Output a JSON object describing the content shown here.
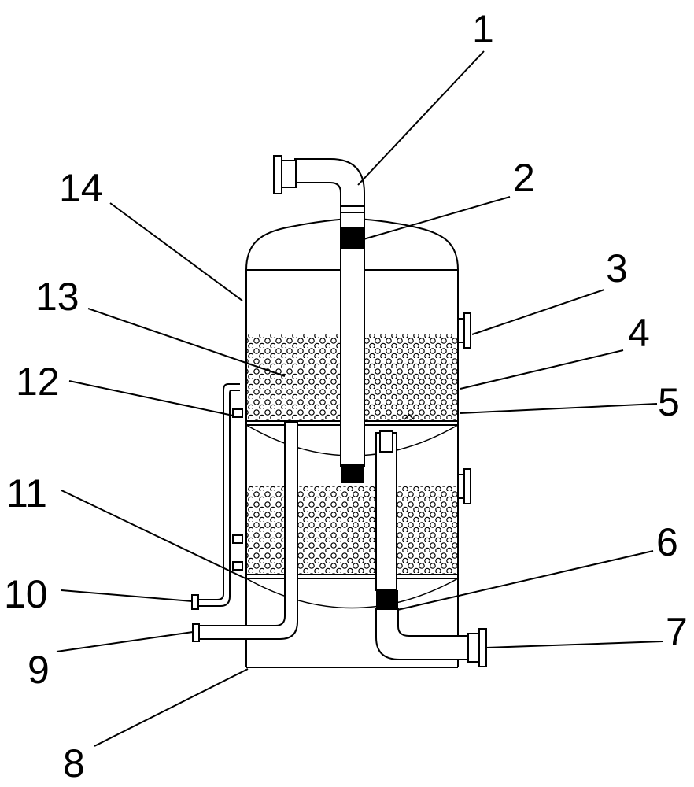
{
  "figure": {
    "labels": [
      {
        "id": "1",
        "text": "1"
      },
      {
        "id": "2",
        "text": "2"
      },
      {
        "id": "3",
        "text": "3"
      },
      {
        "id": "4",
        "text": "4"
      },
      {
        "id": "5",
        "text": "5"
      },
      {
        "id": "6",
        "text": "6"
      },
      {
        "id": "7",
        "text": "7"
      },
      {
        "id": "8",
        "text": "8"
      },
      {
        "id": "9",
        "text": "9"
      },
      {
        "id": "10",
        "text": "10"
      },
      {
        "id": "11",
        "text": "11"
      },
      {
        "id": "12",
        "text": "12"
      },
      {
        "id": "13",
        "text": "13"
      },
      {
        "id": "14",
        "text": "14"
      }
    ]
  },
  "colors": {
    "line": "#000000",
    "background": "#ffffff"
  }
}
